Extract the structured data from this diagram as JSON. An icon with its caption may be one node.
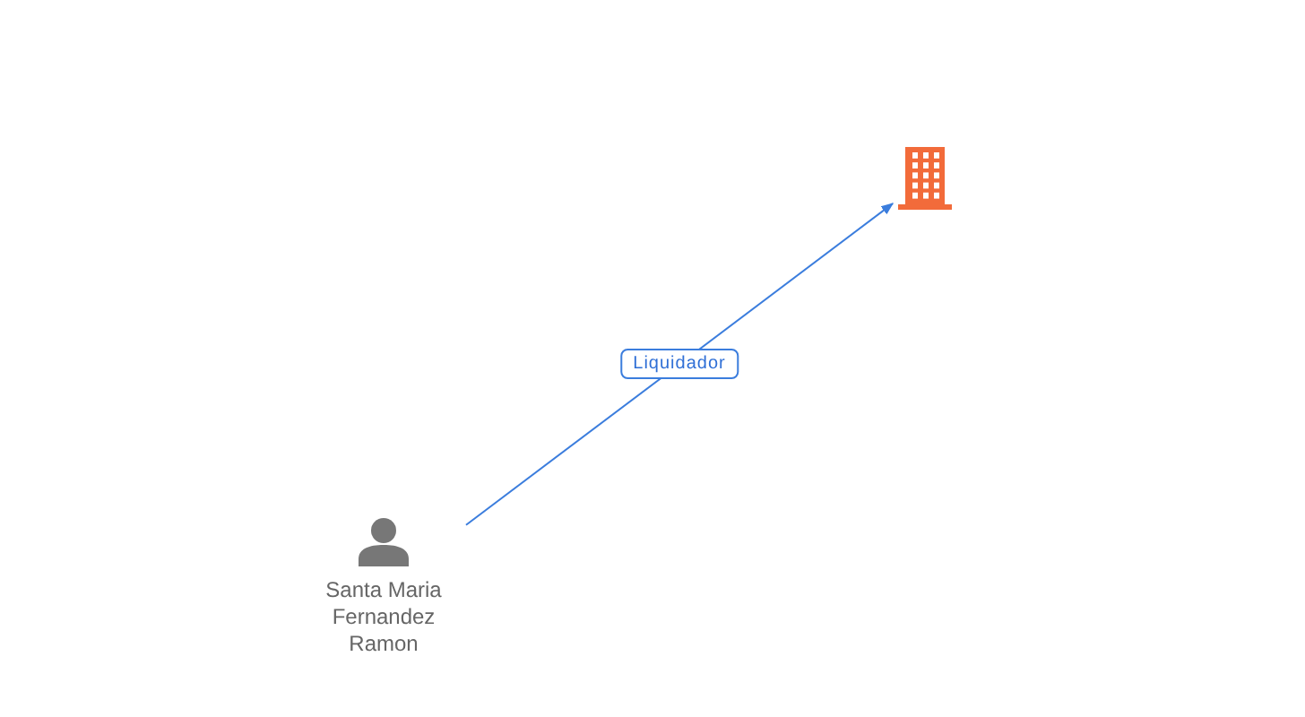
{
  "diagram": {
    "nodes": [
      {
        "text": [],
        "shape": "building"
      },
      {
        "text": [
          "Santa Maria Fernandez Ramon"
        ]
      }
    ],
    "edges": [
      {
        "from": 1,
        "to": 0,
        "arrow": "to",
        "label": "Liquidador"
      }
    ]
  }
}
